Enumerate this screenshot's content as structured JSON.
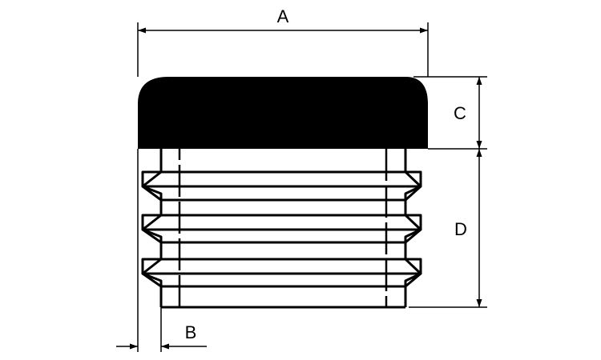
{
  "diagram": {
    "labels": {
      "a": "A",
      "b": "B",
      "c": "C",
      "d": "D"
    },
    "colors": {
      "cap_fill": "#000000",
      "line": "#000000",
      "background": "#ffffff"
    }
  }
}
